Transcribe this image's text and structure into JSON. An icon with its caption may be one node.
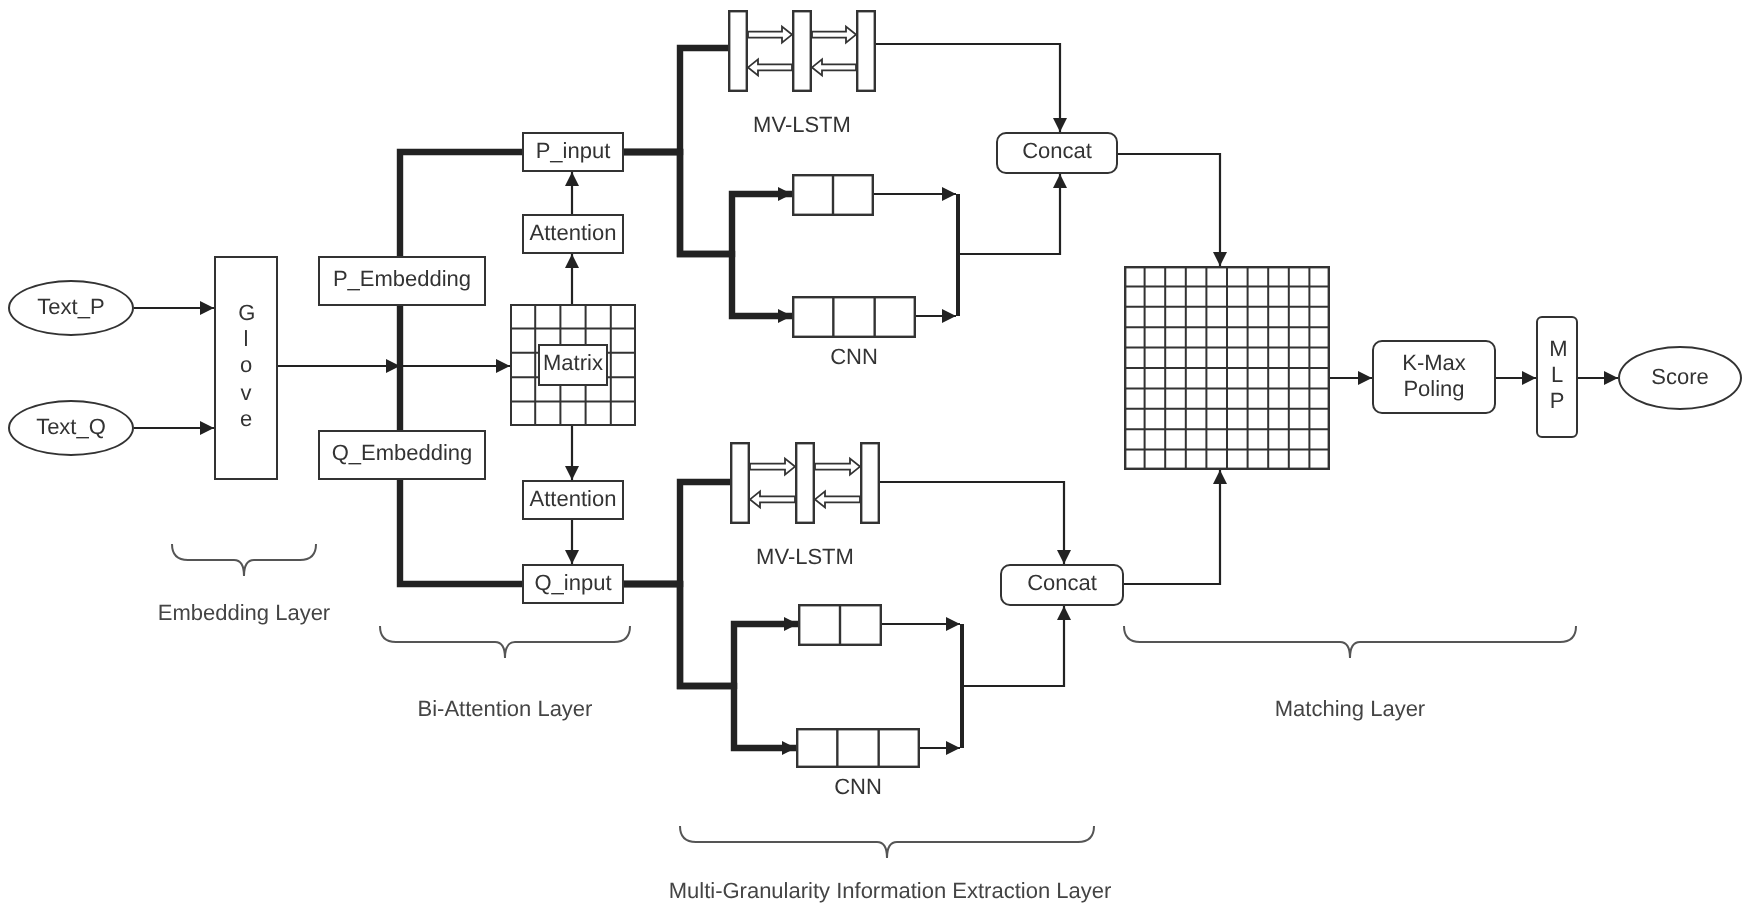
{
  "diagram": {
    "nodes": [
      {
        "text": [
          "Text_P"
        ]
      },
      {
        "text": [
          "Text_Q"
        ]
      },
      {
        "text": [
          "Glove"
        ]
      },
      {
        "text": [
          "P_Embedding"
        ]
      },
      {
        "text": [
          "Q_Embedding"
        ]
      },
      {
        "text": [
          "P_input"
        ]
      },
      {
        "text": [
          "Attention"
        ]
      },
      {
        "text": [
          "Matrix"
        ]
      },
      {
        "text": [
          "Attention"
        ]
      },
      {
        "text": [
          "Q_input"
        ]
      },
      {
        "text": [],
        "shape": "picture",
        "beside": [
          "MV-LSTM"
        ]
      },
      {
        "text": [],
        "shape": "box"
      },
      {
        "text": [],
        "shape": "box",
        "beside": [
          "CNN"
        ]
      },
      {
        "text": [],
        "shape": "bar"
      },
      {
        "text": [
          "Concat"
        ]
      },
      {
        "text": [],
        "shape": "picture",
        "beside": [
          "MV-LSTM"
        ]
      },
      {
        "text": [],
        "shape": "box"
      },
      {
        "text": [],
        "shape": "box",
        "beside": [
          "CNN"
        ]
      },
      {
        "text": [],
        "shape": "bar"
      },
      {
        "text": [
          "Concat"
        ]
      },
      {
        "text": [],
        "shape": "grid"
      },
      {
        "text": [
          "K-Max Poling"
        ]
      },
      {
        "text": [
          "MLP"
        ]
      },
      {
        "text": [
          "Score"
        ]
      }
    ],
    "edges": [
      {
        "from": 0,
        "to": 2,
        "arrow": "to"
      },
      {
        "from": 1,
        "to": 2,
        "arrow": "to"
      },
      {
        "from": 2,
        "to": 7,
        "arrow": "to"
      },
      {
        "from": 3,
        "to": 4,
        "arrow": "none",
        "style": "thick"
      },
      {
        "from": 3,
        "to": 5,
        "arrow": "none",
        "style": "thick"
      },
      {
        "from": 4,
        "to": 9,
        "arrow": "none",
        "style": "thick"
      },
      {
        "from": 7,
        "to": 6,
        "arrow": "to"
      },
      {
        "from": 6,
        "to": 5,
        "arrow": "to"
      },
      {
        "from": 7,
        "to": 8,
        "arrow": "to"
      },
      {
        "from": 8,
        "to": 9,
        "arrow": "to"
      },
      {
        "from": 5,
        "to": 10,
        "arrow": "none",
        "style": "thick"
      },
      {
        "from": 5,
        "to": 11,
        "arrow": "to",
        "style": "thick"
      },
      {
        "from": 5,
        "to": 12,
        "arrow": "to",
        "style": "thick"
      },
      {
        "from": 11,
        "to": 13,
        "arrow": "to"
      },
      {
        "from": 12,
        "to": 13,
        "arrow": "to"
      },
      {
        "from": 10,
        "to": 14,
        "arrow": "to"
      },
      {
        "from": 13,
        "to": 14,
        "arrow": "to"
      },
      {
        "from": 9,
        "to": 15,
        "arrow": "none",
        "style": "thick"
      },
      {
        "from": 9,
        "to": 16,
        "arrow": "to",
        "style": "thick"
      },
      {
        "from": 9,
        "to": 17,
        "arrow": "to",
        "style": "thick"
      },
      {
        "from": 16,
        "to": 18,
        "arrow": "to"
      },
      {
        "from": 17,
        "to": 18,
        "arrow": "to"
      },
      {
        "from": 15,
        "to": 19,
        "arrow": "to"
      },
      {
        "from": 18,
        "to": 19,
        "arrow": "to"
      },
      {
        "from": 14,
        "to": 20,
        "arrow": "to"
      },
      {
        "from": 19,
        "to": 20,
        "arrow": "to"
      },
      {
        "from": 20,
        "to": 21,
        "arrow": "to"
      },
      {
        "from": 21,
        "to": 22,
        "arrow": "to"
      },
      {
        "from": 22,
        "to": 23,
        "arrow": "to"
      }
    ],
    "labels": [
      "Embedding Layer",
      "Bi-Attention Layer",
      "Matching Layer",
      "Multi-Granularity Information Extraction Layer"
    ]
  }
}
